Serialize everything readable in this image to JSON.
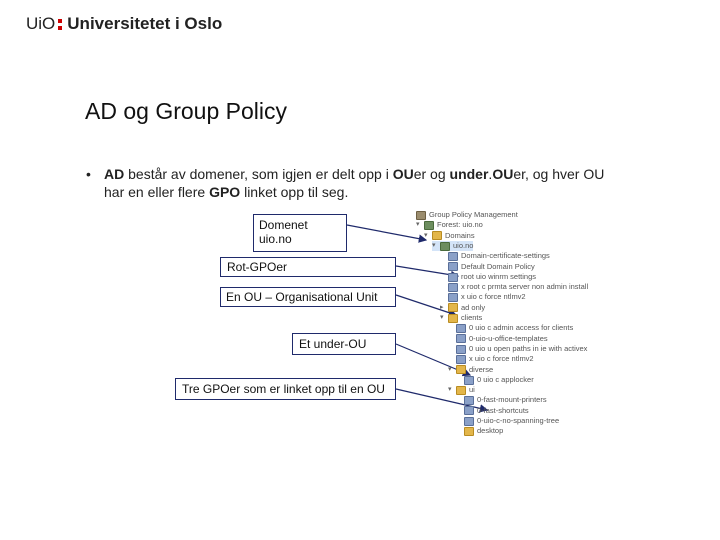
{
  "header": {
    "logo_short": "UiO",
    "logo_name": "Universitetet i Oslo",
    "colors": {
      "logo_dots": "#cc0000",
      "box_border": "#1f2a6b"
    }
  },
  "slide": {
    "title": "AD og Group Policy",
    "bullet": {
      "glyph": "•",
      "segments": [
        {
          "text": "AD",
          "bold": true
        },
        {
          "text": " består av domener, som igjen er delt opp i ",
          "bold": false
        },
        {
          "text": "OU",
          "bold": true
        },
        {
          "text": "er og ",
          "bold": false
        },
        {
          "text": "under",
          "bold": true
        },
        {
          "text": ".",
          "bold": false
        },
        {
          "text": "OU",
          "bold": true
        },
        {
          "text": "er, og hver OU har en eller flere ",
          "bold": false
        },
        {
          "text": "GPO",
          "bold": true
        },
        {
          "text": " linket opp til seg.",
          "bold": false
        }
      ]
    }
  },
  "callouts": {
    "domain_line1": "Domenet",
    "domain_line2": "uio.no",
    "root_gpo": "Rot-GPOer",
    "ou": "En OU – Organisational Unit",
    "sub_ou": "Et under-OU",
    "three_gpo": "Tre GPOer som er linket opp til en OU"
  },
  "tree": {
    "rows": [
      {
        "label": "Group Policy Management",
        "icon": "root-icon",
        "level": 0,
        "expander": ""
      },
      {
        "label": "Forest: uio.no",
        "icon": "forest-icon",
        "level": 1,
        "expander": "▾"
      },
      {
        "label": "Domains",
        "icon": "folder-icon",
        "level": 2,
        "expander": "▾"
      },
      {
        "label": "uio.no",
        "icon": "domain-icon",
        "level": 3,
        "expander": "▾",
        "selected": true
      },
      {
        "label": "Domain-certificate-settings",
        "icon": "gpo-icon",
        "level": 4,
        "expander": ""
      },
      {
        "label": "Default Domain Policy",
        "icon": "gpo-icon",
        "level": 4,
        "expander": ""
      },
      {
        "label": "root uio winrm settings",
        "icon": "gpo-icon",
        "level": 4,
        "expander": ""
      },
      {
        "label": "x root c prmta server non admin install",
        "icon": "gpo-icon",
        "level": 4,
        "expander": ""
      },
      {
        "label": "x uio c force ntlmv2",
        "icon": "gpo-icon",
        "level": 4,
        "expander": ""
      },
      {
        "label": "ad only",
        "icon": "folder-icon",
        "level": 4,
        "expander": "▸"
      },
      {
        "label": "clients",
        "icon": "folder-icon",
        "level": 4,
        "expander": "▾"
      },
      {
        "label": "0 uio c admin access for clients",
        "icon": "gpo-icon",
        "level": 5,
        "expander": ""
      },
      {
        "label": "0-uio-u-office-templates",
        "icon": "gpo-icon",
        "level": 5,
        "expander": ""
      },
      {
        "label": "0 uio u open paths in ie with activex",
        "icon": "gpo-icon",
        "level": 5,
        "expander": ""
      },
      {
        "label": "x uio c force ntlmv2",
        "icon": "gpo-icon",
        "level": 5,
        "expander": ""
      },
      {
        "label": "diverse",
        "icon": "folder-icon",
        "level": 5,
        "expander": "▾"
      },
      {
        "label": "0 uio c applocker",
        "icon": "gpo-icon",
        "level": 6,
        "expander": ""
      },
      {
        "label": "ui",
        "icon": "folder-icon",
        "level": 5,
        "expander": "▾"
      },
      {
        "label": "0-fast-mount-printers",
        "icon": "gpo-icon",
        "level": 6,
        "expander": ""
      },
      {
        "label": "0-fast-shortcuts",
        "icon": "gpo-icon",
        "level": 6,
        "expander": ""
      },
      {
        "label": "0-uio-c-no-spanning-tree",
        "icon": "gpo-icon",
        "level": 6,
        "expander": ""
      },
      {
        "label": "desktop",
        "icon": "folder-icon",
        "level": 6,
        "expander": ""
      }
    ]
  }
}
